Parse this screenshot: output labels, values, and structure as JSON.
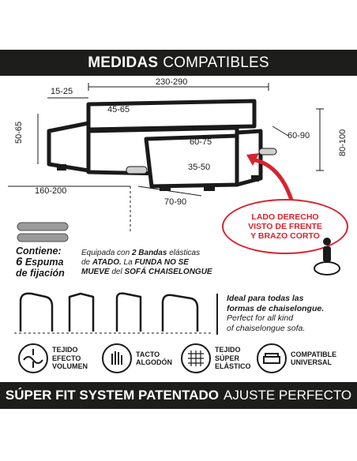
{
  "header": {
    "bold": "MEDIDAS",
    "light": "COMPATIBLES"
  },
  "dimensions": {
    "width_total": "230-290",
    "arm_width": "15-25",
    "back_height": "45-65",
    "seat_height": "50-65",
    "depth_total": "160-200",
    "chaise_width": "60-75",
    "chaise_seat": "35-50",
    "chaise_depth": "70-90",
    "arm_depth": "60-90",
    "total_height": "80-100"
  },
  "callout": {
    "line1": "LADO DERECHO",
    "line2": "VISTO DE FRENTE",
    "line3": "Y BRAZO CORTO"
  },
  "contiene": {
    "line1": "Contiene:",
    "count": "6",
    "line2": "Espuma",
    "line3": "de fijación"
  },
  "equipada": {
    "l1_a": "Equipada con",
    "l1_b": "2 Bandas",
    "l1_c": "elásticas",
    "l2_a": "de",
    "l2_b": "ATADO.",
    "l2_c": "La",
    "l2_d": "FUNDA NO SE",
    "l3_a": "MUEVE",
    "l3_b": "del",
    "l3_c": "SOFÁ CHAISELONGUE"
  },
  "ideal": {
    "es1": "Ideal para todas las",
    "es2": "formas de chaiselongue.",
    "en1": "Perfect for all kind",
    "en2": "of chaiselongue sofa."
  },
  "features": [
    {
      "l1": "TEJIDO",
      "l2": "EFECTO",
      "l3": "VOLUMEN"
    },
    {
      "l1": "TACTO",
      "l2": "ALGODÓN",
      "l3": ""
    },
    {
      "l1": "TEJIDO",
      "l2": "SÚPER",
      "l3": "ELÁSTICO"
    },
    {
      "l1": "COMPATIBLE",
      "l2": "UNIVERSAL",
      "l3": ""
    }
  ],
  "footer": {
    "bold": "SÚPER FIT SYSTEM PATENTADO",
    "light": "AJUSTE PERFECTO"
  },
  "colors": {
    "dark": "#1d1d1b",
    "accent": "#d7232f",
    "foam": "#9a9a9a"
  }
}
